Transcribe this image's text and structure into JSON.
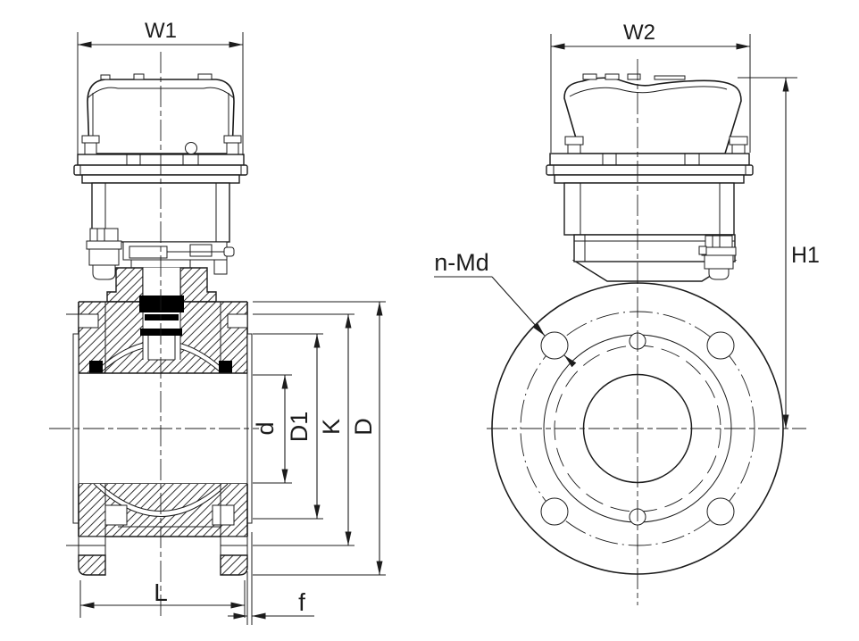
{
  "colors": {
    "background": "#ffffff",
    "line": "#1c1c1c",
    "seal_fill": "#000000"
  },
  "front_view": {
    "dim_w1": "W1",
    "dim_d": "d",
    "dim_d1": "D1",
    "dim_k": "K",
    "dim_d_major": "D",
    "dim_l": "L",
    "dim_f": "f"
  },
  "side_view": {
    "dim_w2": "W2",
    "dim_h1": "H1",
    "bolt_hole_note": "n-Md"
  }
}
